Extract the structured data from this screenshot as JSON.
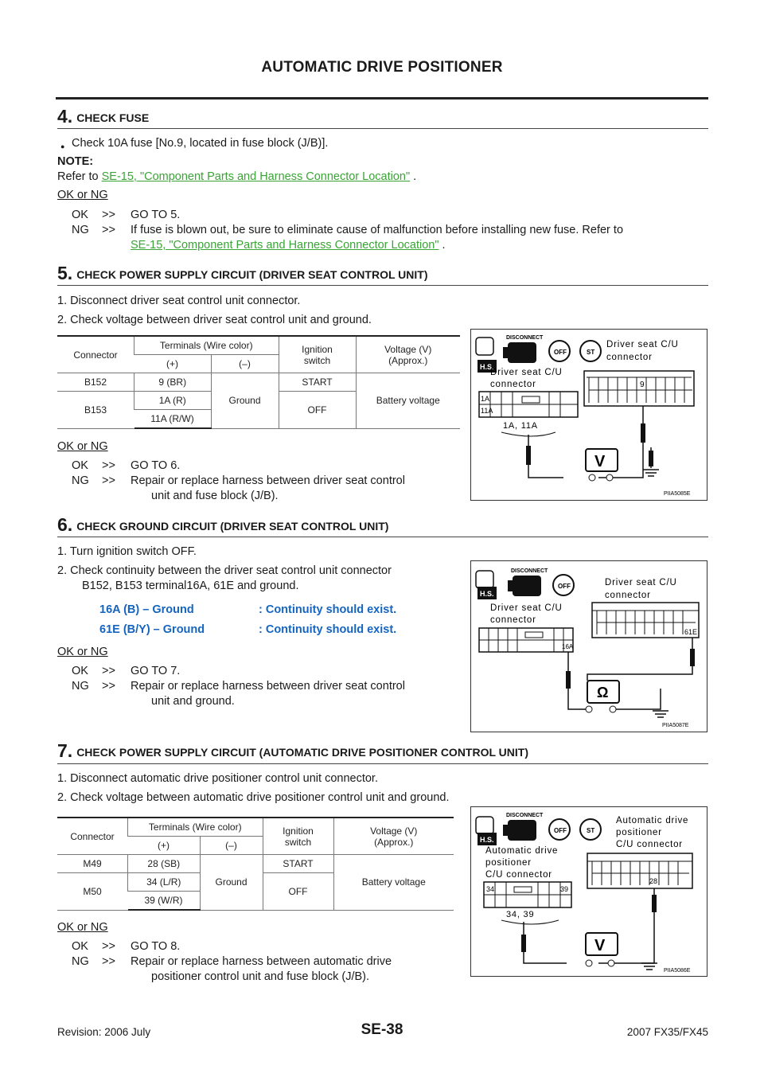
{
  "header": {
    "title": "AUTOMATIC DRIVE POSITIONER"
  },
  "steps": [
    {
      "number": "4.",
      "title": "CHECK FUSE",
      "bullet": "Check 10A fuse [No.9, located in fuse block (J/B)].",
      "note_label": "NOTE:",
      "note_prefix": "Refer to ",
      "note_link": "SE-15, \"Component Parts and Harness Connector Location\"",
      "note_suffix": " .",
      "ok_ng": "OK or NG",
      "ok": {
        "key": "OK",
        "arrow": ">>",
        "text": "GO TO 5."
      },
      "ng": {
        "key": "NG",
        "arrow": ">>",
        "text": "If fuse is blown out, be sure to eliminate cause of malfunction before installing new fuse. Refer to",
        "link": "SE-15, \"Component Parts and Harness Connector Location\"",
        "suffix": " ."
      }
    },
    {
      "number": "5.",
      "title": "CHECK POWER SUPPLY CIRCUIT (DRIVER SEAT CONTROL UNIT)",
      "items": [
        "1.  Disconnect driver seat control unit connector.",
        "2.  Check voltage between driver seat control unit and ground."
      ],
      "table": {
        "h_connector": "Connector",
        "h_terminals": "Terminals (Wire color)",
        "h_plus": "(+)",
        "h_minus": "(–)",
        "h_ignition": "Ignition\nswitch",
        "h_voltage": "Voltage (V)\n(Approx.)",
        "c1": "B152",
        "c2": "B153",
        "t1": "9 (BR)",
        "t2": "1A (R)",
        "t3": "11A (R/W)",
        "ground": "Ground",
        "ign1": "START",
        "ign2": "OFF",
        "volt": "Battery voltage"
      },
      "ok_ng": "OK or NG",
      "ok": {
        "key": "OK",
        "arrow": ">>",
        "text": "GO TO 6."
      },
      "ng": {
        "key": "NG",
        "arrow": ">>",
        "text1": "Repair or replace harness between driver seat control",
        "text2": "unit and fuse block (J/B)."
      },
      "figure": {
        "disconnect": "DISCONNECT",
        "hs": "H.S.",
        "off": "OFF",
        "st": "ST",
        "label_right": [
          "Driver seat C/U",
          "connector"
        ],
        "label_left": [
          "Driver seat C/U",
          "connector"
        ],
        "pin9": "9",
        "pin1a": "1A",
        "pin11a": "11A",
        "terminals": "1A, 11A",
        "meter": "V",
        "code": "PIIA5085E"
      }
    },
    {
      "number": "6.",
      "title": "CHECK GROUND CIRCUIT (DRIVER SEAT CONTROL UNIT)",
      "items": [
        "1.  Turn ignition switch OFF.",
        "2.  Check continuity between the driver seat control unit connector",
        "B152, B153 terminal16A, 61E and ground."
      ],
      "continuity": [
        {
          "terminal": "16A (B) – Ground",
          "result": ": Continuity should exist."
        },
        {
          "terminal": "61E (B/Y) – Ground",
          "result": ": Continuity should exist."
        }
      ],
      "ok_ng": "OK or NG",
      "ok": {
        "key": "OK",
        "arrow": ">>",
        "text": "GO TO 7."
      },
      "ng": {
        "key": "NG",
        "arrow": ">>",
        "text1": "Repair or replace harness between driver seat control",
        "text2": "unit and ground."
      },
      "figure": {
        "disconnect": "DISCONNECT",
        "hs": "H.S.",
        "off": "OFF",
        "label_right": [
          "Driver seat C/U",
          "connector"
        ],
        "label_left": [
          "Driver seat C/U",
          "connector"
        ],
        "pin16a": "16A",
        "pin61e": "61E",
        "meter": "Ω",
        "code": "PIIA5087E"
      }
    },
    {
      "number": "7.",
      "title": "CHECK POWER SUPPLY CIRCUIT (AUTOMATIC DRIVE POSITIONER CONTROL UNIT)",
      "items": [
        "1.  Disconnect automatic drive positioner control unit connector.",
        "2.  Check voltage between automatic drive positioner control unit and ground."
      ],
      "table": {
        "h_connector": "Connector",
        "h_terminals": "Terminals (Wire color)",
        "h_plus": "(+)",
        "h_minus": "(–)",
        "h_ignition": "Ignition\nswitch",
        "h_voltage": "Voltage (V)\n(Approx.)",
        "c1": "M49",
        "c2": "M50",
        "t1": "28 (SB)",
        "t2": "34 (L/R)",
        "t3": "39 (W/R)",
        "ground": "Ground",
        "ign1": "START",
        "ign2": "OFF",
        "volt": "Battery voltage"
      },
      "ok_ng": "OK or NG",
      "ok": {
        "key": "OK",
        "arrow": ">>",
        "text": "GO TO 8."
      },
      "ng": {
        "key": "NG",
        "arrow": ">>",
        "text1": "Repair or replace harness between automatic drive",
        "text2": "positioner control unit and fuse block (J/B)."
      },
      "figure": {
        "disconnect": "DISCONNECT",
        "hs": "H.S.",
        "off": "OFF",
        "st": "ST",
        "label_right": [
          "Automatic drive",
          "positioner",
          "C/U connector"
        ],
        "label_left": [
          "Automatic drive",
          "positioner",
          "C/U connector"
        ],
        "pin28": "28",
        "pin34": "34",
        "pin39": "39",
        "terminals": "34, 39",
        "meter": "V",
        "code": "PIIA5086E"
      }
    }
  ],
  "footer": {
    "revision": "Revision: 2006 July",
    "page": "SE-38",
    "model": "2007 FX35/FX45"
  }
}
